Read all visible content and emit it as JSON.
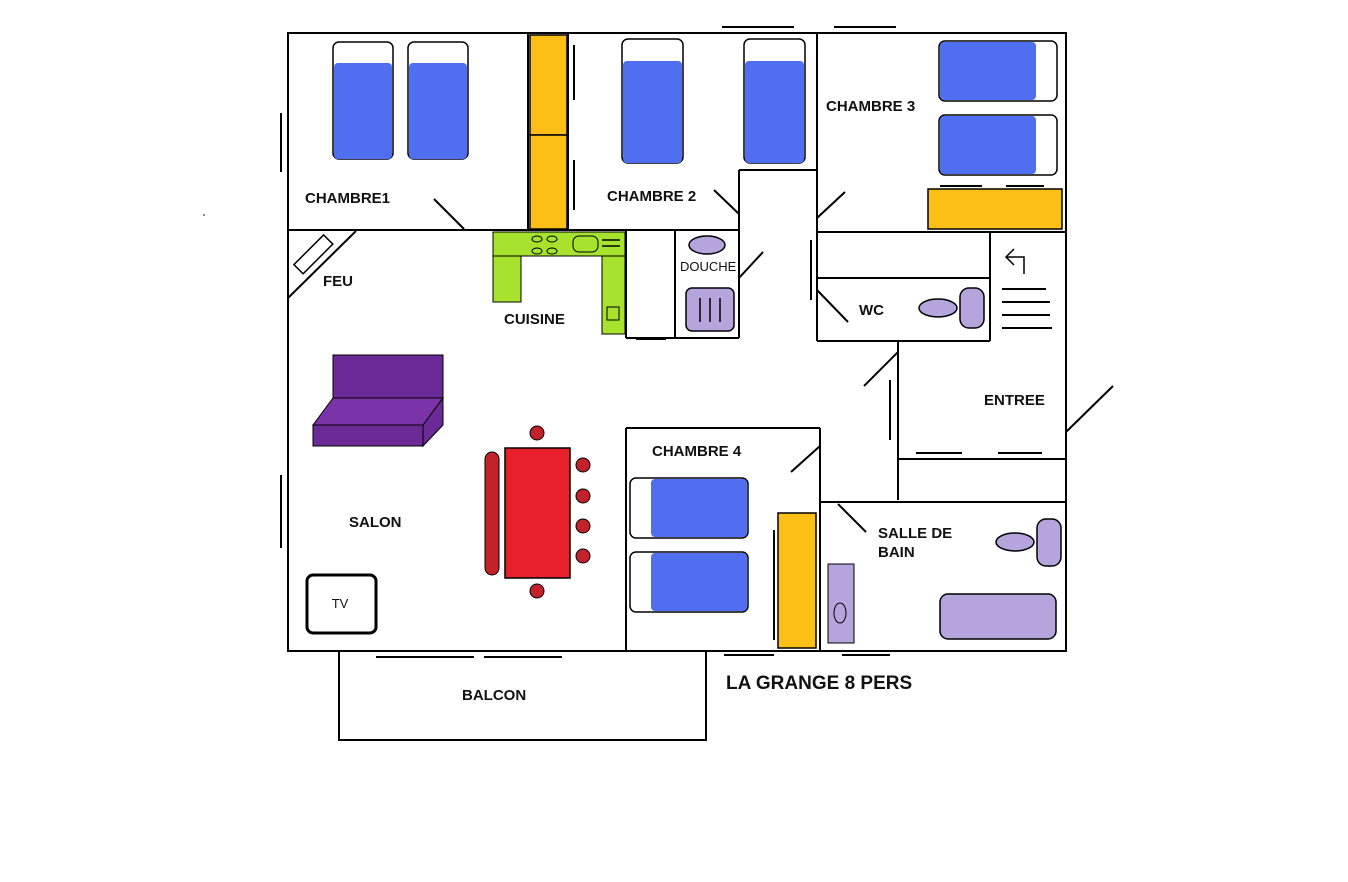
{
  "title": "LA GRANGE 8 PERS",
  "rooms": {
    "chambre1": "CHAMBRE1",
    "chambre2": "CHAMBRE 2",
    "chambre3": "CHAMBRE 3",
    "chambre4": "CHAMBRE 4",
    "feu": "FEU",
    "cuisine": "CUISINE",
    "douche": "DOUCHE",
    "wc": "WC",
    "entree": "ENTREE",
    "salon": "SALON",
    "salle_de_bain_line1": "SALLE DE",
    "salle_de_bain_line2": "BAIN",
    "balcon": "BALCON"
  },
  "furniture": {
    "tv": "TV"
  },
  "colors": {
    "bed": "#4f6ef0",
    "wardrobe": "#fbbf16",
    "kitchen": "#a6e22e",
    "sanitary": "#b6a4dc",
    "sofa": "#6b2a96",
    "table": "#e8202a",
    "chair": "#c4222a"
  }
}
